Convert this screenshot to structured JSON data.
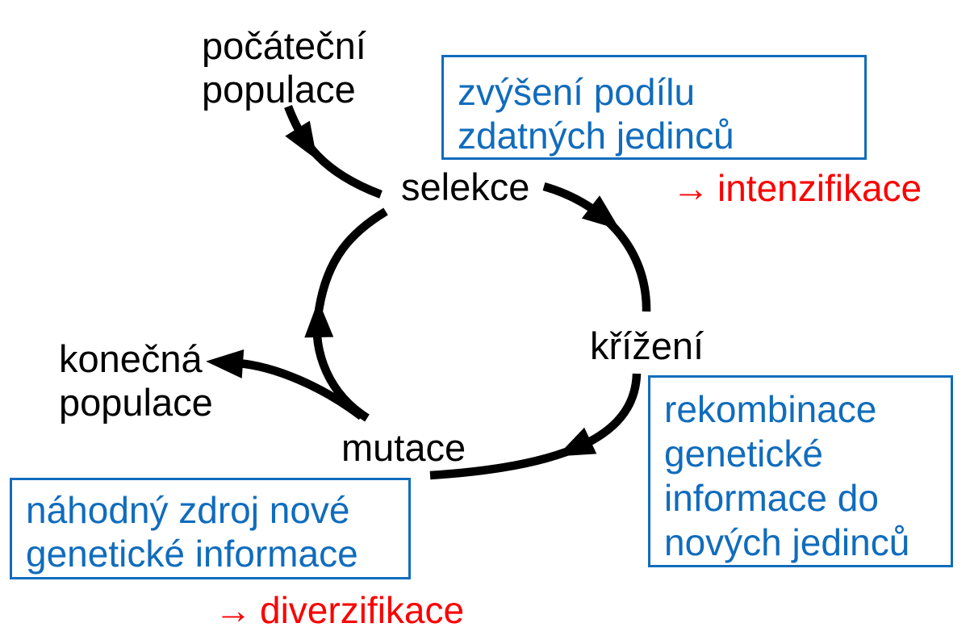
{
  "nodes": {
    "initial_population": {
      "line1": "počáteční",
      "line2": "populace"
    },
    "selection": {
      "label": "selekce"
    },
    "crossover": {
      "label": "křížení"
    },
    "mutation": {
      "label": "mutace"
    },
    "final_population": {
      "line1": "konečná",
      "line2": "populace"
    }
  },
  "callouts": {
    "selection_box": [
      "zvýšení podílu",
      "zdatných jedinců"
    ],
    "crossover_box": [
      "rekombinace",
      "genetické",
      "informace do",
      "nových jedinců"
    ],
    "mutation_box": [
      "náhodný zdroj nové",
      "genetické informace"
    ],
    "intensification": {
      "arrow": "→",
      "label": "intenzifikace"
    },
    "diversification": {
      "arrow": "→",
      "label": "diverzifikace"
    }
  },
  "colors": {
    "text_black": "#000000",
    "annotation_blue": "#106cbd",
    "effect_red": "#fb0000",
    "arrow_black": "#000000",
    "background": "#ffffff"
  }
}
